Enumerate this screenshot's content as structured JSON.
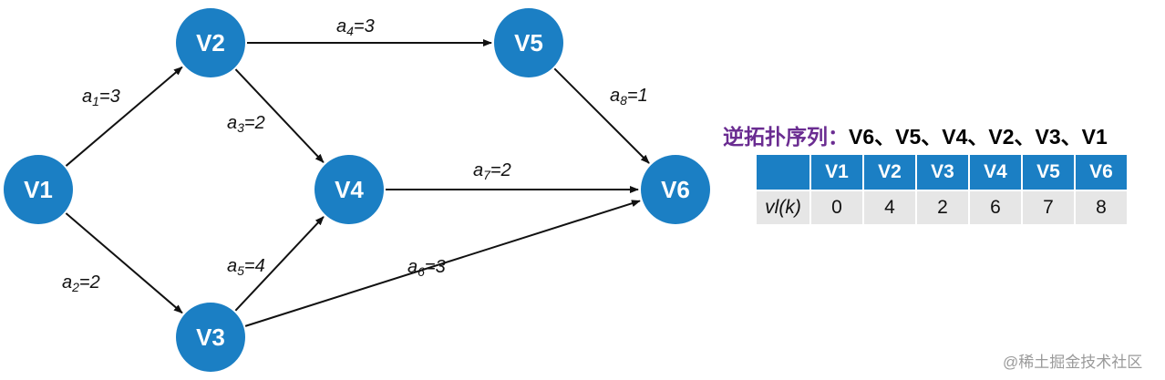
{
  "nodes": [
    {
      "id": "V1",
      "label": "V1"
    },
    {
      "id": "V2",
      "label": "V2"
    },
    {
      "id": "V3",
      "label": "V3"
    },
    {
      "id": "V4",
      "label": "V4"
    },
    {
      "id": "V5",
      "label": "V5"
    },
    {
      "id": "V6",
      "label": "V6"
    }
  ],
  "edges": [
    {
      "from": "V1",
      "to": "V2",
      "name": "a",
      "sub": "1",
      "weight": "=3"
    },
    {
      "from": "V1",
      "to": "V3",
      "name": "a",
      "sub": "2",
      "weight": "=2"
    },
    {
      "from": "V2",
      "to": "V4",
      "name": "a",
      "sub": "3",
      "weight": "=2"
    },
    {
      "from": "V2",
      "to": "V5",
      "name": "a",
      "sub": "4",
      "weight": "=3"
    },
    {
      "from": "V3",
      "to": "V4",
      "name": "a",
      "sub": "5",
      "weight": "=4"
    },
    {
      "from": "V3",
      "to": "V6",
      "name": "a",
      "sub": "6",
      "weight": "=3"
    },
    {
      "from": "V4",
      "to": "V6",
      "name": "a",
      "sub": "7",
      "weight": "=2"
    },
    {
      "from": "V5",
      "to": "V6",
      "name": "a",
      "sub": "8",
      "weight": "=1"
    }
  ],
  "sequence": {
    "title": "逆拓扑序列：",
    "value": "V6、V5、V4、V2、V3、V1"
  },
  "table": {
    "row_label": "vl(k)",
    "headers": [
      "V1",
      "V2",
      "V3",
      "V4",
      "V5",
      "V6"
    ],
    "values": [
      "0",
      "4",
      "2",
      "6",
      "7",
      "8"
    ]
  },
  "watermark": "@稀土掘金技术社区",
  "colors": {
    "node_fill": "#1b7fc4",
    "table_header": "#1b7fc4",
    "table_cell": "#e6e6e6",
    "sequence_title": "#6a2c91"
  }
}
